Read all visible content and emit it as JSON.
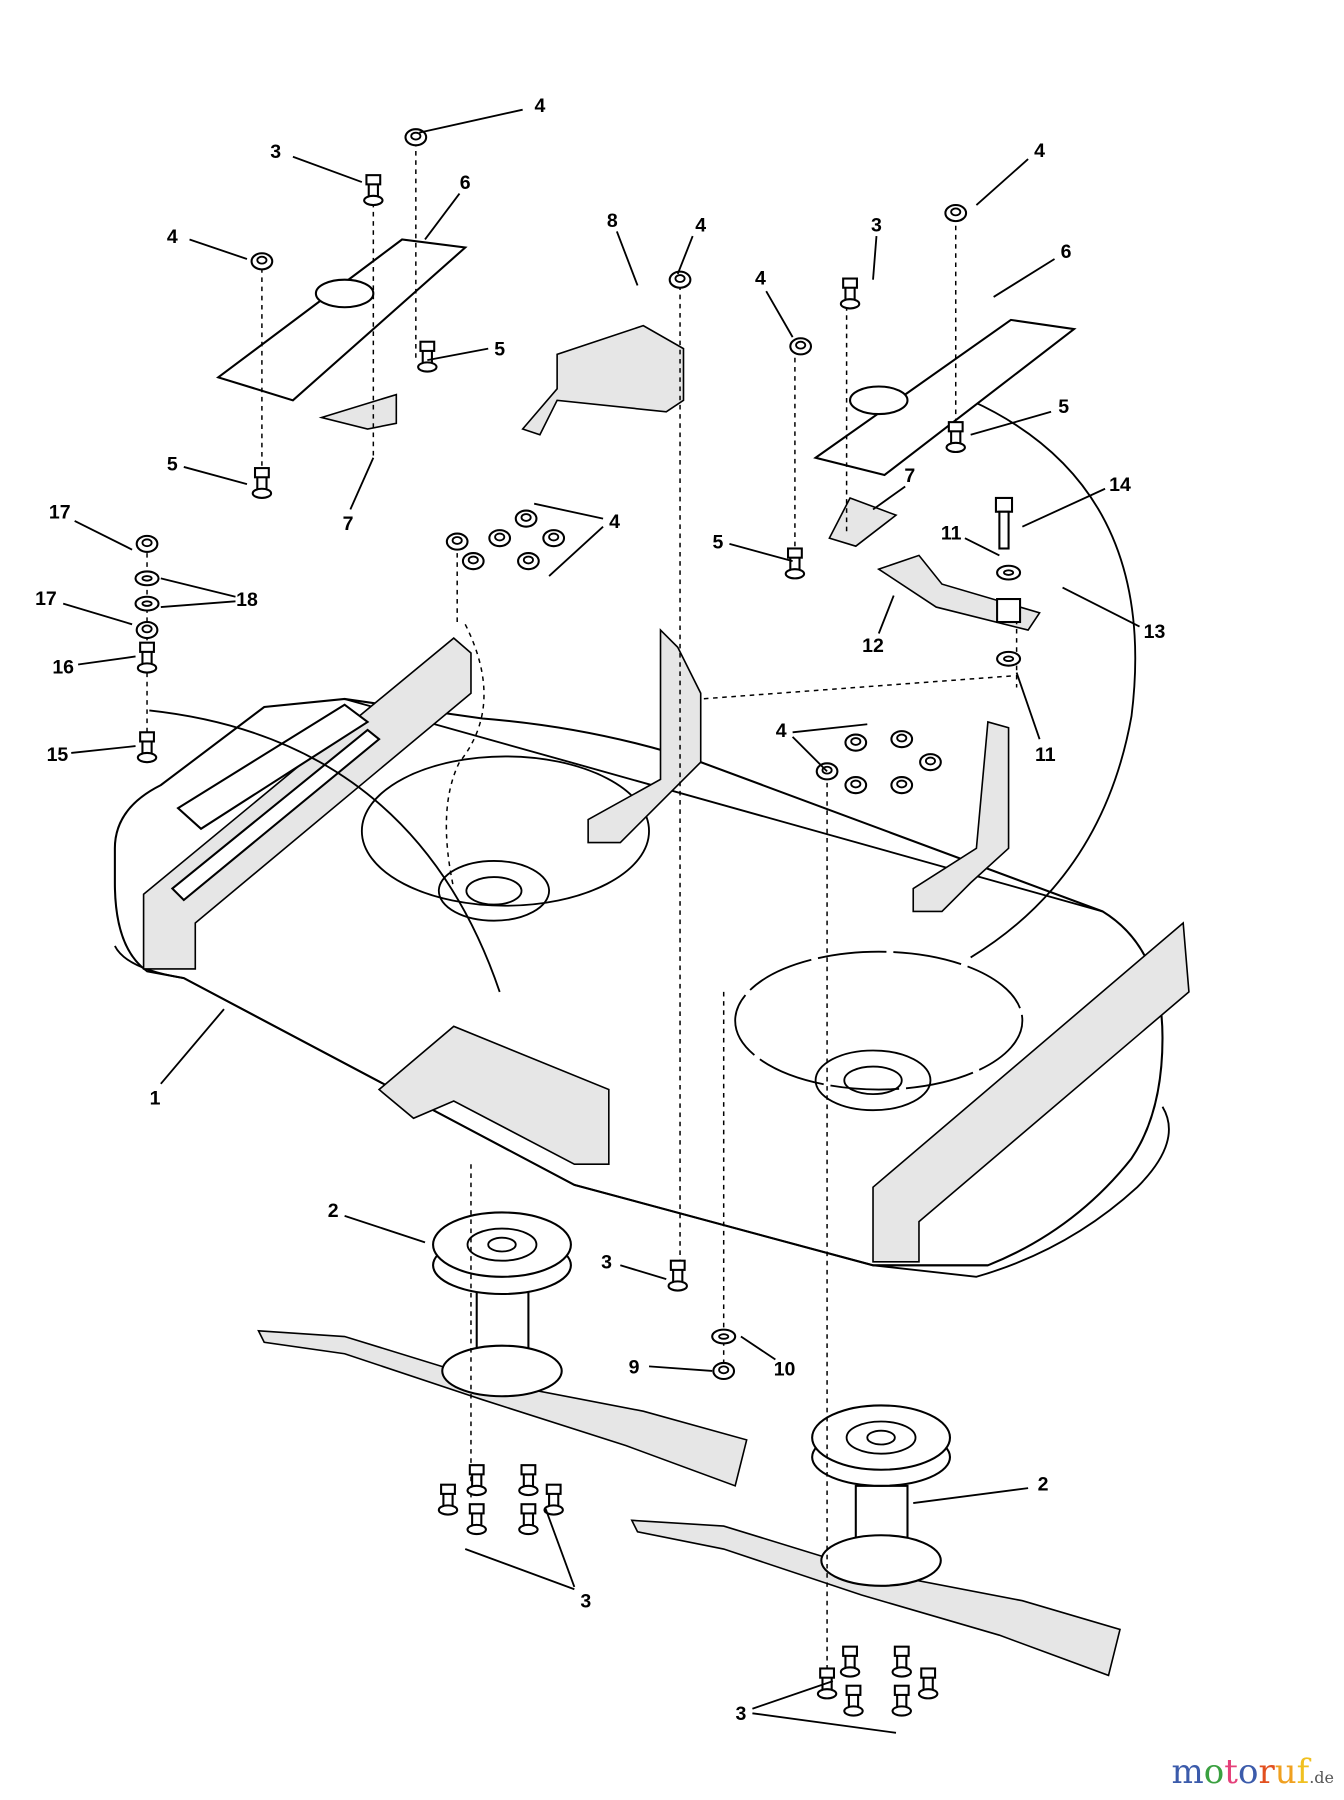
{
  "diagram": {
    "type": "exploded parts diagram",
    "callouts": [
      "4",
      "3",
      "6",
      "4",
      "5",
      "5",
      "7",
      "8",
      "4",
      "4",
      "3",
      "4",
      "6",
      "5",
      "7",
      "5",
      "14",
      "11",
      "13",
      "12",
      "11",
      "4",
      "17",
      "18",
      "17",
      "16",
      "15",
      "4",
      "1",
      "2",
      "3",
      "9",
      "10",
      "3",
      "2",
      "3"
    ]
  },
  "watermark": {
    "letters": [
      "m",
      "o",
      "t",
      "o",
      "r",
      "u",
      "f"
    ],
    "colors": [
      "#3b5bab",
      "#3aa040",
      "#e5407a",
      "#3b5bab",
      "#e2501f",
      "#f0a020",
      "#f0c020"
    ],
    "tld": ".de"
  }
}
